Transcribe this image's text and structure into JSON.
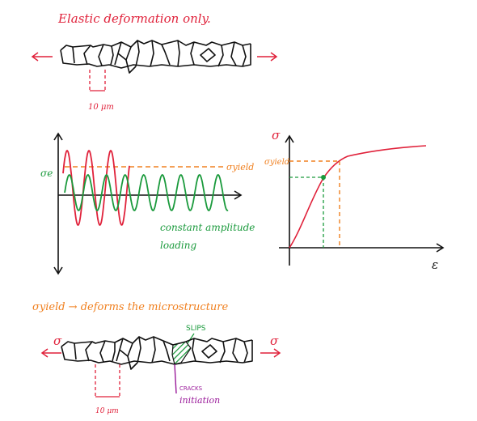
{
  "colors": {
    "red": "#e0213a",
    "orange": "#f08020",
    "green": "#1a9a3c",
    "black": "#111111",
    "purple": "#9a1a9a"
  },
  "top_panel": {
    "title": "Elastic deformation only.",
    "scale_label": "10 μm"
  },
  "chart_left": {
    "sigma_e_label": "σe",
    "sigma_yield_label": "σyield",
    "annotation_line1": "constant amplitude",
    "annotation_line2": "loading"
  },
  "chart_right": {
    "y_label": "σ",
    "x_label": "ε",
    "sigma_yield_label": "σyield"
  },
  "bottom_panel": {
    "caption": "σyield → deforms the microstructure",
    "slips_label": "SLIPS",
    "sigma_left": "σ",
    "sigma_right": "σ",
    "cracks_line1": "cracks",
    "cracks_line2": "initiation",
    "scale_label": "10 μm"
  }
}
